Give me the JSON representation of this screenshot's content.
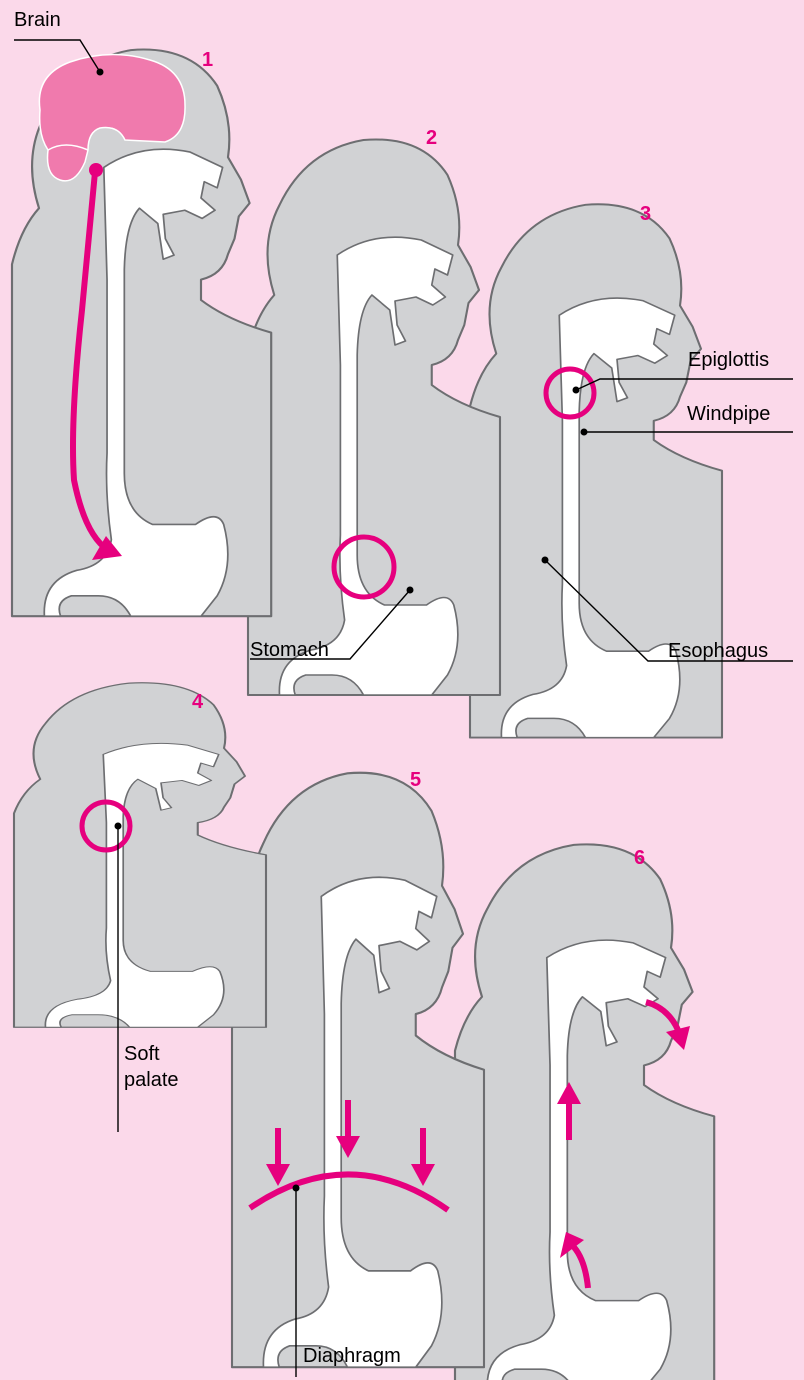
{
  "colors": {
    "background": "#fbd9ea",
    "head_fill": "#d1d2d4",
    "outline": "#6d6e71",
    "highlight": "#e6007e",
    "brain": "#f07aad"
  },
  "steps": [
    "1",
    "2",
    "3",
    "4",
    "5",
    "6"
  ],
  "labels": {
    "brain": "Brain",
    "stomach": "Stomach",
    "epiglottis": "Epiglottis",
    "windpipe": "Windpipe",
    "esophagus": "Esophagus",
    "soft_palate_line1": "Soft",
    "soft_palate_line2": "palate",
    "diaphragm": "Diaphragm"
  }
}
